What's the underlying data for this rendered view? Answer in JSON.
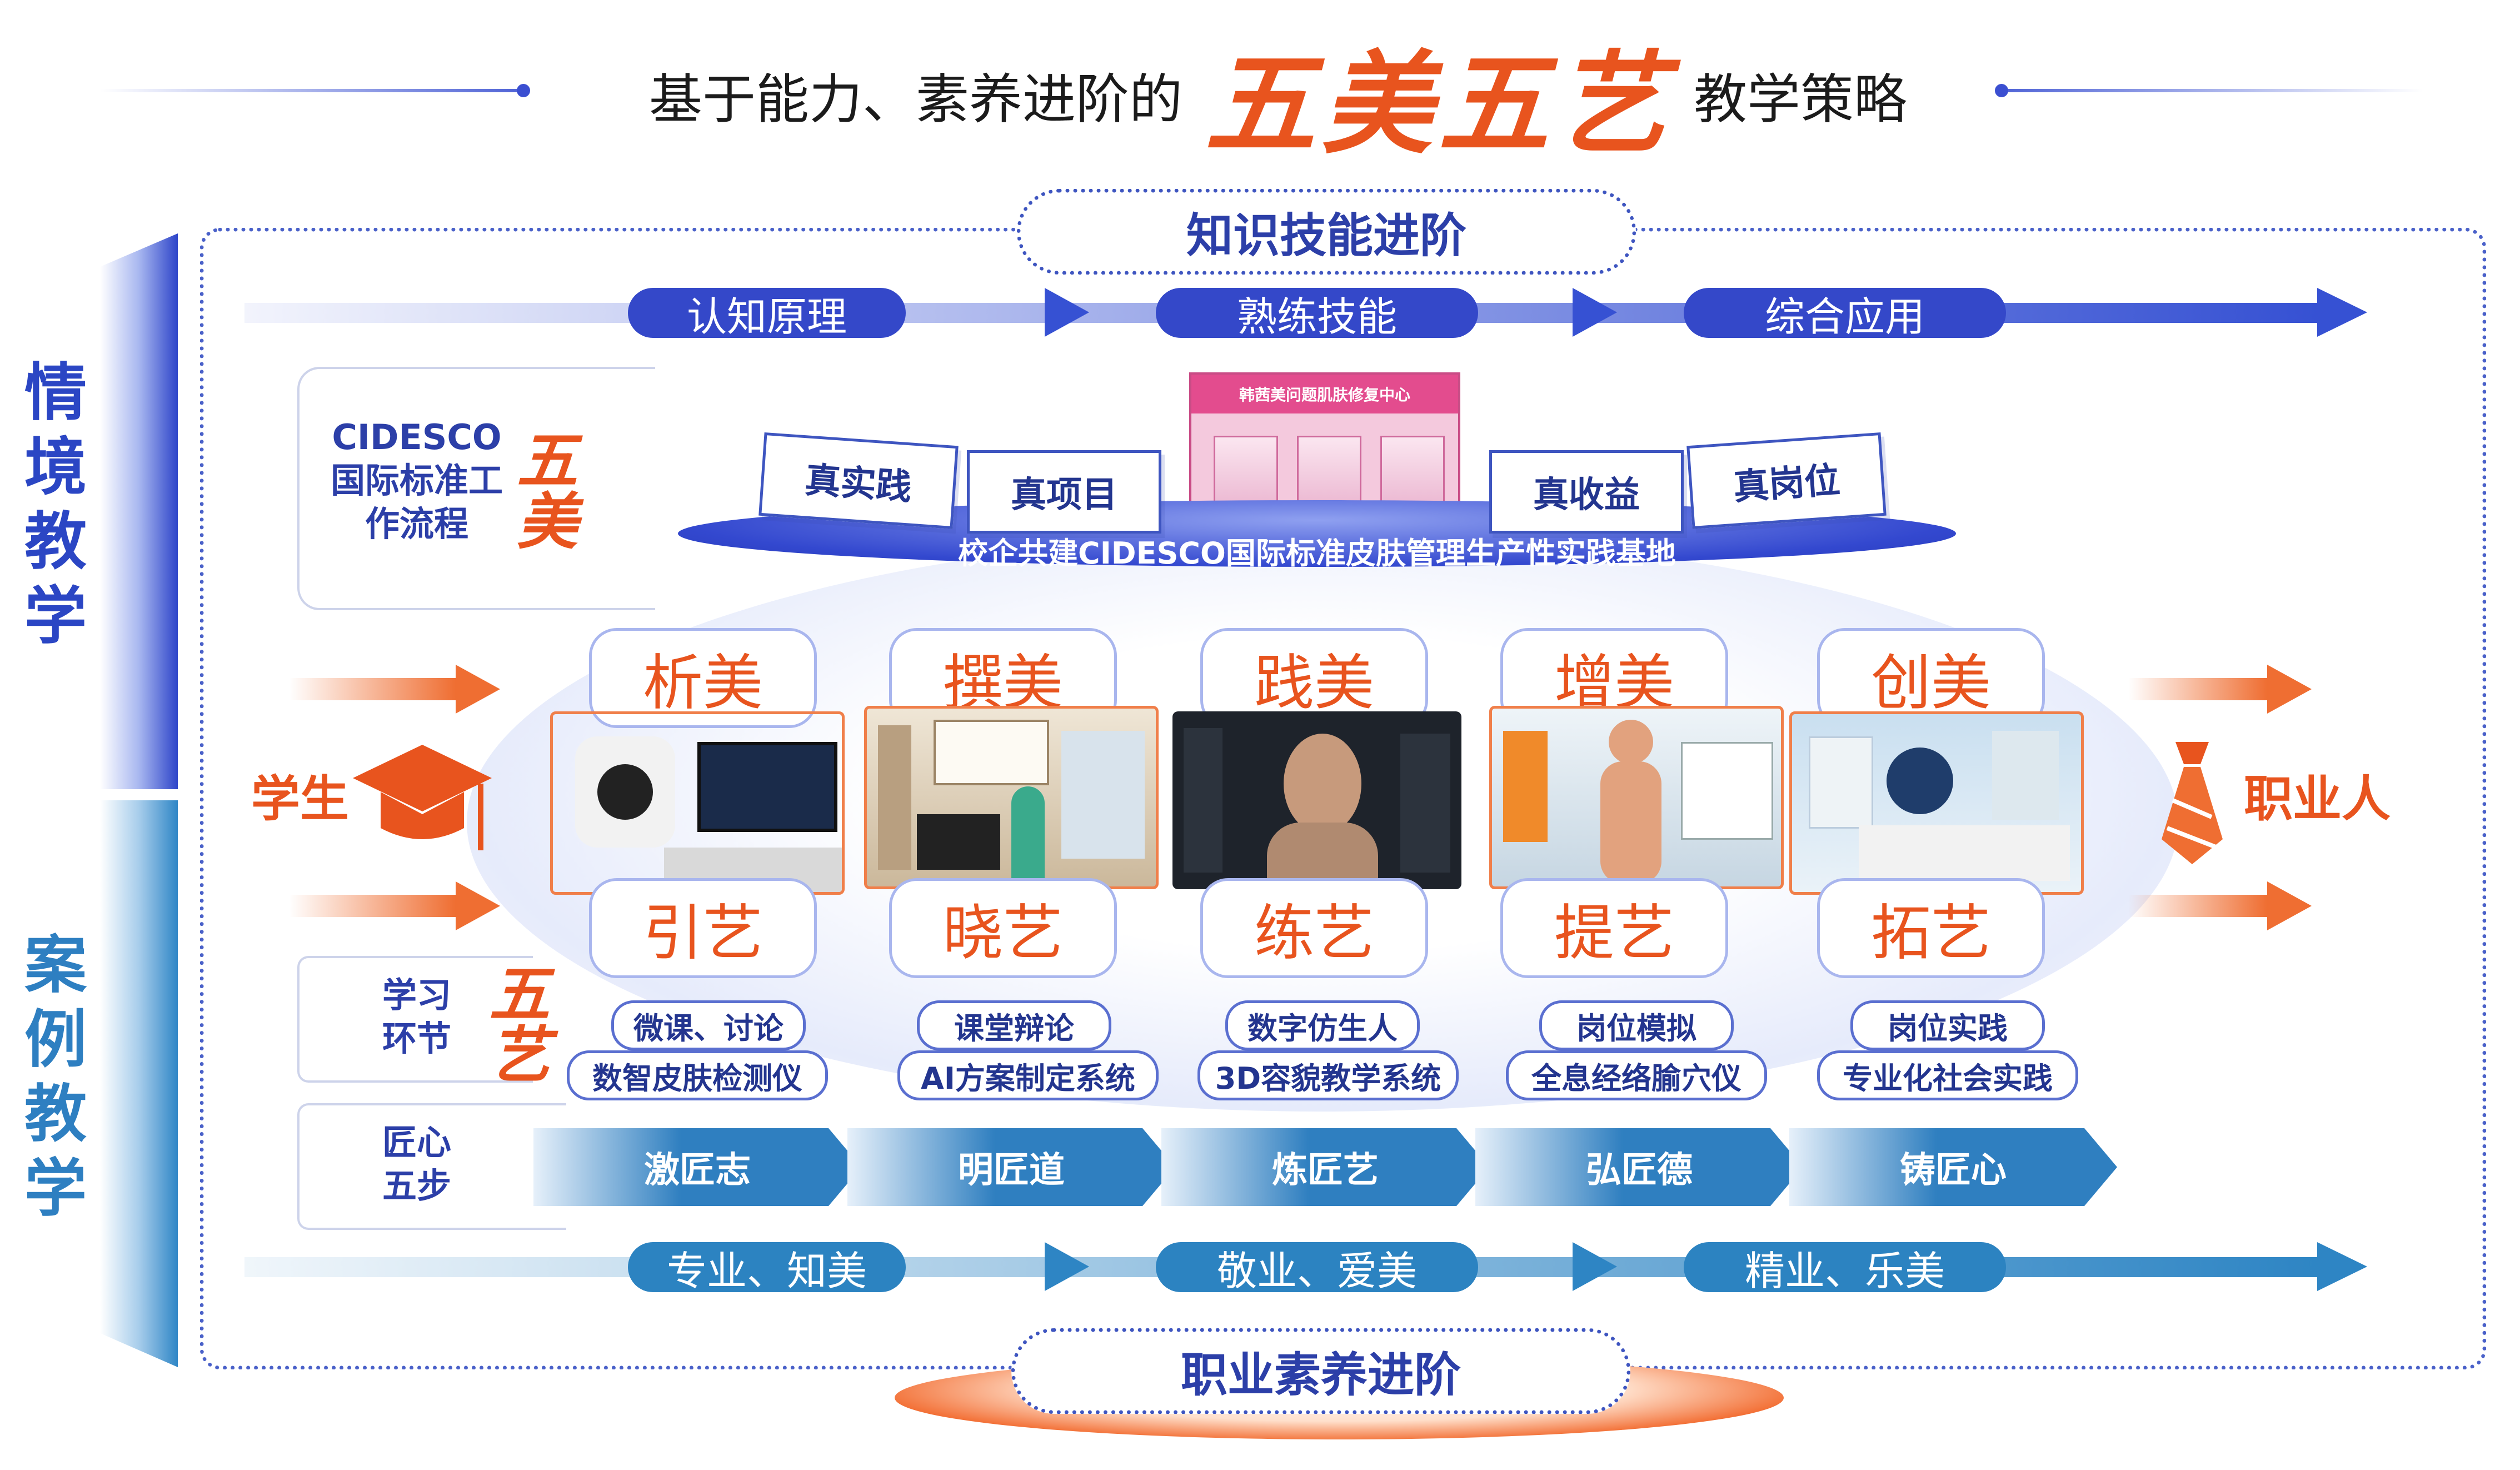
{
  "title": {
    "prefix": "基于能力、素养进阶的",
    "accent": "五美五艺",
    "suffix": "教学策略"
  },
  "top_header": "知识技能进阶",
  "bottom_header": "职业素养进阶",
  "sidebar": {
    "top_label": "情境教学",
    "bottom_label": "案例教学"
  },
  "knowledge_stages": [
    "认知原理",
    "熟练技能",
    "综合应用"
  ],
  "quality_stages": [
    "专业、知美",
    "敬业、爱美",
    "精业、乐美"
  ],
  "cidesco_box": {
    "text_line1": "CIDESCO",
    "text_line2": "国际标准工",
    "text_line3": "作流程",
    "accent": "五美"
  },
  "platform": {
    "text": "校企共建CIDESCO国际标准皮肤管理生产性实践基地",
    "tags": [
      "真实践",
      "真项目",
      "真收益",
      "真岗位"
    ],
    "store_sign": "韩茜美问题肌肤修复中心"
  },
  "left_label": "学生",
  "right_label": "职业人",
  "columns": [
    {
      "top": "析美",
      "bottom": "引艺",
      "activity": "微课、讨论",
      "tool": "数智皮肤检测仪",
      "step": "激匠志"
    },
    {
      "top": "撰美",
      "bottom": "晓艺",
      "activity": "课堂辩论",
      "tool": "AI方案制定系统",
      "step": "明匠道"
    },
    {
      "top": "践美",
      "bottom": "练艺",
      "activity": "数字仿生人",
      "tool": "3D容貌教学系统",
      "step": "炼匠艺"
    },
    {
      "top": "增美",
      "bottom": "提艺",
      "activity": "岗位模拟",
      "tool": "全息经络腧穴仪",
      "step": "弘匠德"
    },
    {
      "top": "创美",
      "bottom": "拓艺",
      "activity": "岗位实践",
      "tool": "专业化社会实践",
      "step": "铸匠心"
    }
  ],
  "learning_box": {
    "text_line1": "学习",
    "text_line2": "环节",
    "accent": "五艺"
  },
  "craft_box": {
    "text_line1": "匠心",
    "text_line2": "五步"
  },
  "colors": {
    "primary_blue": "#3448c9",
    "secondary_blue": "#2c83c1",
    "accent_orange": "#e8541e"
  }
}
